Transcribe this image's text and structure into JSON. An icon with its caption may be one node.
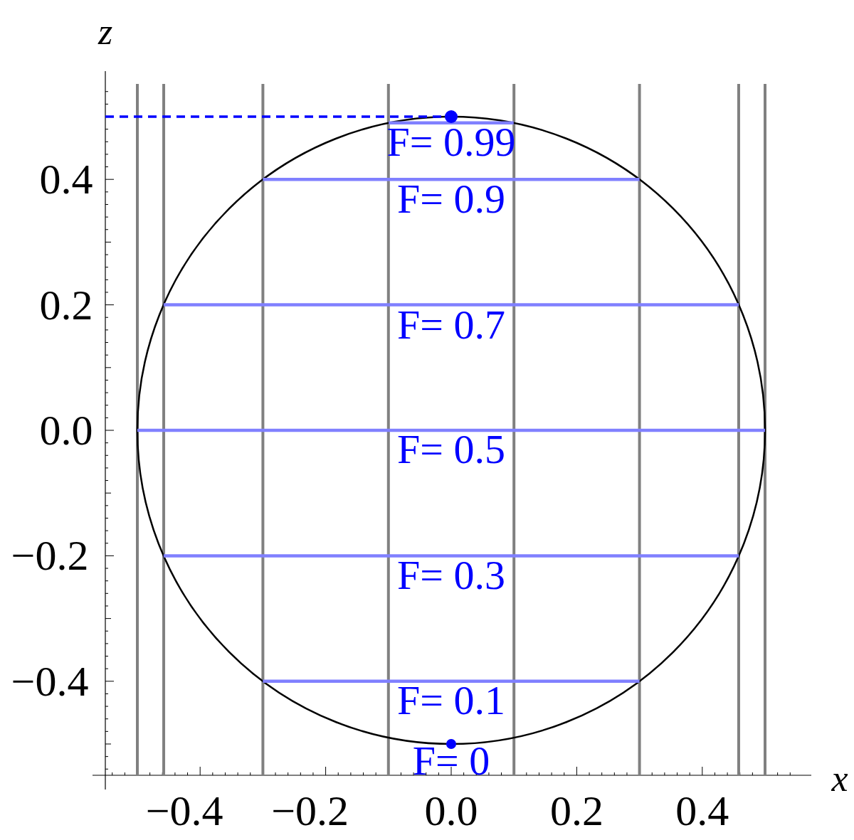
{
  "diagram": {
    "labels": [
      "z",
      "0.4",
      "0.2",
      "0.0",
      "−0.2",
      "−0.4",
      "F= 0.99",
      "F= 0.9",
      "F= 0.7",
      "F= 0.5",
      "F= 0.3",
      "F= 0.1",
      "F= 0",
      "x",
      "−0.4",
      "−0.2",
      "0.0",
      "0.2",
      "0.4"
    ]
  }
}
